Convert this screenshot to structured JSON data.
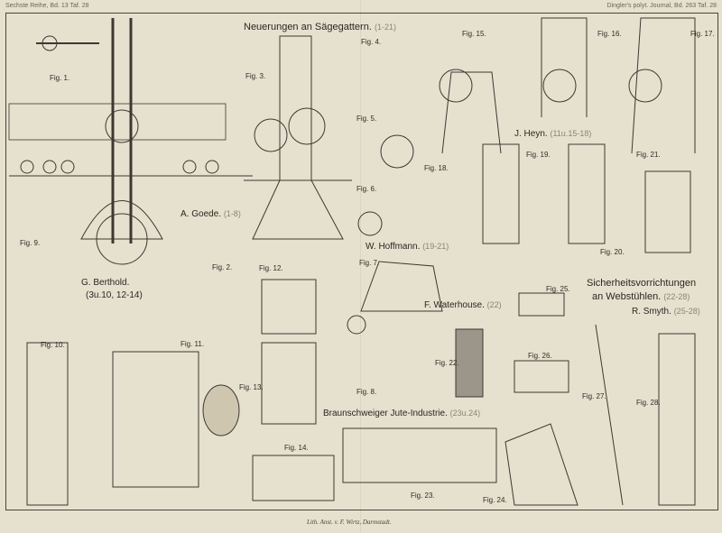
{
  "header": {
    "left": "Sechste Reihe, Bd. 13 Taf. 28",
    "right": "Dingler's polyt. Journal, Bd. 263 Taf. 28"
  },
  "titles": {
    "main": "Neuerungen an Sägegattern.",
    "main_range": "(1-21)",
    "safety_line1": "Sicherheitsvorrichtungen",
    "safety_line2": "an Webstühlen.",
    "safety_range": "(22-28)"
  },
  "attributions": [
    {
      "name": "A. Goede.",
      "range": "(1-8)"
    },
    {
      "name": "G. Berthold.",
      "range": "(3u.10, 12-14)"
    },
    {
      "name": "W. Hoffmann.",
      "range": "(19-21)"
    },
    {
      "name": "J. Heyn.",
      "range": "(11u.15-18)"
    },
    {
      "name": "F. Waterhouse.",
      "range": "(22)"
    },
    {
      "name": "R. Smyth.",
      "range": "(25-28)"
    },
    {
      "name": "Braunschweiger Jute-Industrie.",
      "range": "(23u.24)"
    }
  ],
  "figures": [
    "Fig. 1.",
    "Fig. 2.",
    "Fig. 3.",
    "Fig. 4.",
    "Fig. 5.",
    "Fig. 6.",
    "Fig. 7.",
    "Fig. 8.",
    "Fig. 9.",
    "Fig. 10.",
    "Fig. 11.",
    "Fig. 12.",
    "Fig. 13.",
    "Fig. 14.",
    "Fig. 15.",
    "Fig. 16.",
    "Fig. 17.",
    "Fig. 18.",
    "Fig. 19.",
    "Fig. 20.",
    "Fig. 21.",
    "Fig. 22.",
    "Fig. 23.",
    "Fig. 24.",
    "Fig. 25.",
    "Fig. 26.",
    "Fig. 27.",
    "Fig. 28."
  ],
  "imprint": "Lith. Anst. v. F. Wirtz, Darmstadt."
}
